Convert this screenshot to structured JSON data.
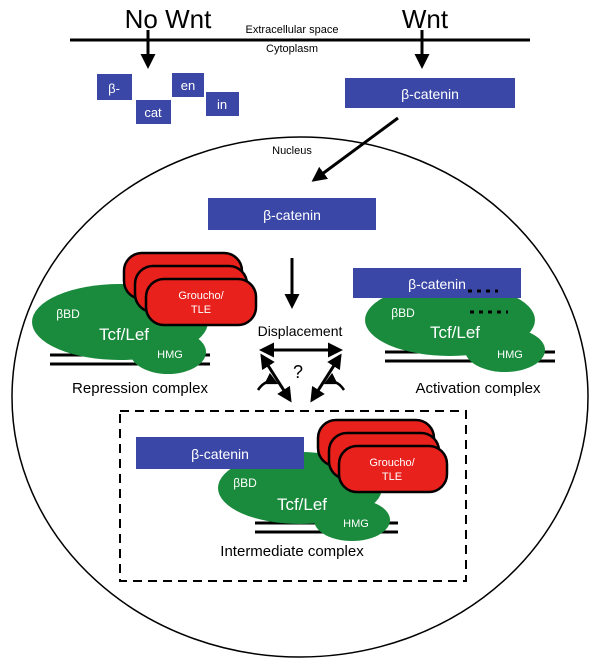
{
  "labels": {
    "no_wnt": "No Wnt",
    "wnt": "Wnt",
    "extracellular": "Extracellular space",
    "cytoplasm": "Cytoplasm",
    "nucleus": "Nucleus",
    "displacement": "Displacement",
    "question": "?",
    "repression": "Repression complex",
    "activation": "Activation complex",
    "intermediate": "Intermediate complex"
  },
  "fragments": [
    "β-",
    "cat",
    "en",
    "in"
  ],
  "protein": {
    "beta_catenin": "β-catenin",
    "groucho_line1": "Groucho/",
    "groucho_line2": "TLE",
    "bbd": "βBD",
    "tcf_lef": "Tcf/Lef",
    "hmg": "HMG"
  },
  "colors": {
    "blue": "#3b47a6",
    "red": "#e8211c",
    "green": "#1a8a3c",
    "black": "#000000",
    "white": "#ffffff"
  }
}
